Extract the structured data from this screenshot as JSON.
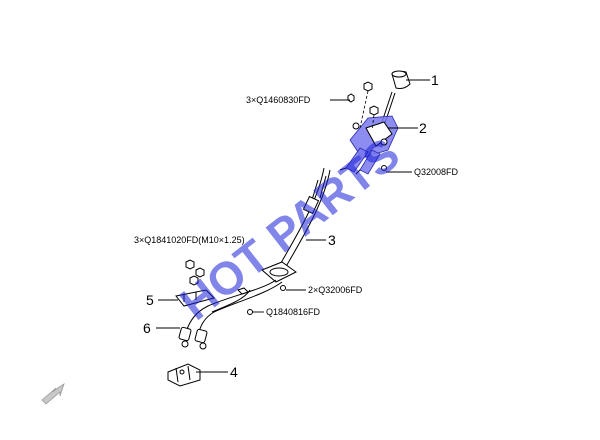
{
  "callouts": [
    {
      "id": "1",
      "label": "1"
    },
    {
      "id": "2",
      "label": "2"
    },
    {
      "id": "3",
      "label": "3"
    },
    {
      "id": "4",
      "label": "4"
    },
    {
      "id": "5",
      "label": "5"
    },
    {
      "id": "6",
      "label": "6"
    }
  ],
  "part_codes": {
    "bolt_top": "3×Q1460830FD",
    "nut_right": "Q32008FD",
    "bolt_mid": "3×Q1841020FD(M10×1.25)",
    "clip_mid": "2×Q32006FD",
    "bolt_low": "Q1840816FD"
  },
  "watermark": "HOT PARTS",
  "colors": {
    "watermark": "#1a1fd6",
    "highlight": "#7878ee"
  },
  "icons": {
    "nav_arrow": "arrow-down-left-icon"
  }
}
